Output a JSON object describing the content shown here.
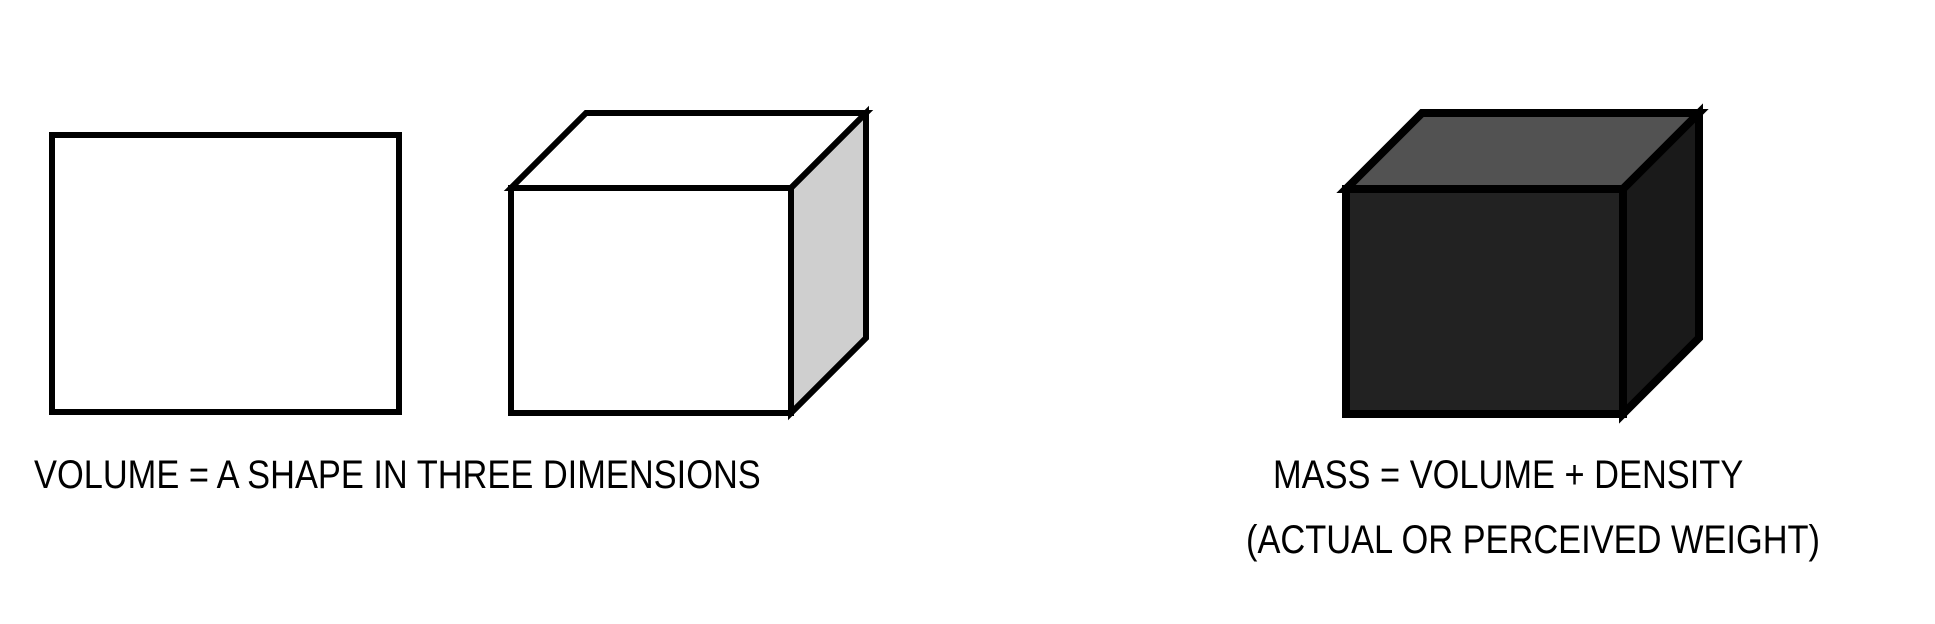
{
  "figures": {
    "square": {
      "label": "2D square (shape)",
      "fill": "#ffffff",
      "stroke": "#000000"
    },
    "white_cube": {
      "label": "3D cube (volume)",
      "front_fill": "#ffffff",
      "top_fill": "#ffffff",
      "side_fill": "#cfcfcf",
      "stroke": "#000000"
    },
    "dark_cube": {
      "label": "3D dark cube (mass)",
      "front_fill": "#222222",
      "top_fill": "#525252",
      "side_fill": "#1a1a1a",
      "stroke": "#000000"
    }
  },
  "captions": {
    "volume": "VOLUME = A SHAPE IN THREE DIMENSIONS",
    "mass": "MASS = VOLUME + DENSITY",
    "weight": "(ACTUAL OR PERCEIVED WEIGHT)"
  }
}
